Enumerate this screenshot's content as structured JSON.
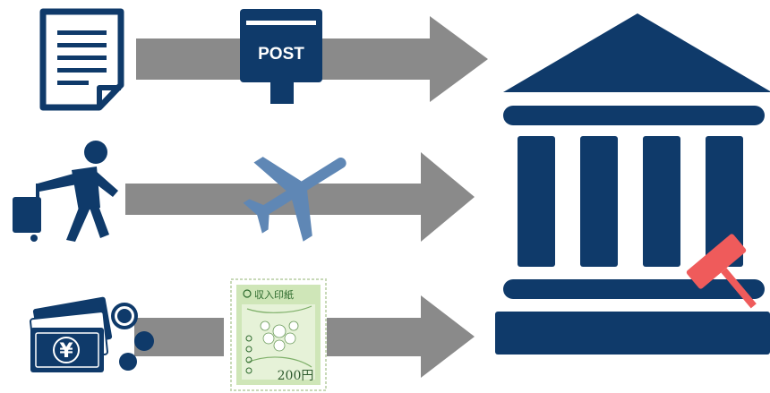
{
  "post_box": {
    "label": "POST"
  },
  "revenue_stamp": {
    "title": "収入印紙",
    "value": "200円"
  },
  "money": {
    "currency_symbol": "¥"
  },
  "icons": {
    "row1_source": "document-icon",
    "row1_carrier": "post-box-icon",
    "row2_source": "traveler-icon",
    "row2_carrier": "airplane-icon",
    "row3_source": "money-coins-icon",
    "row3_carrier": "revenue-stamp-icon",
    "destination": "courthouse-icon",
    "destination_badge": "gavel-icon"
  },
  "colors": {
    "navy": "#0f3a6a",
    "arrow_gray": "#8a8a8a",
    "airplane": "#5f87b5",
    "gavel": "#ef5b5b",
    "stamp_green": "#cfe6b8"
  }
}
